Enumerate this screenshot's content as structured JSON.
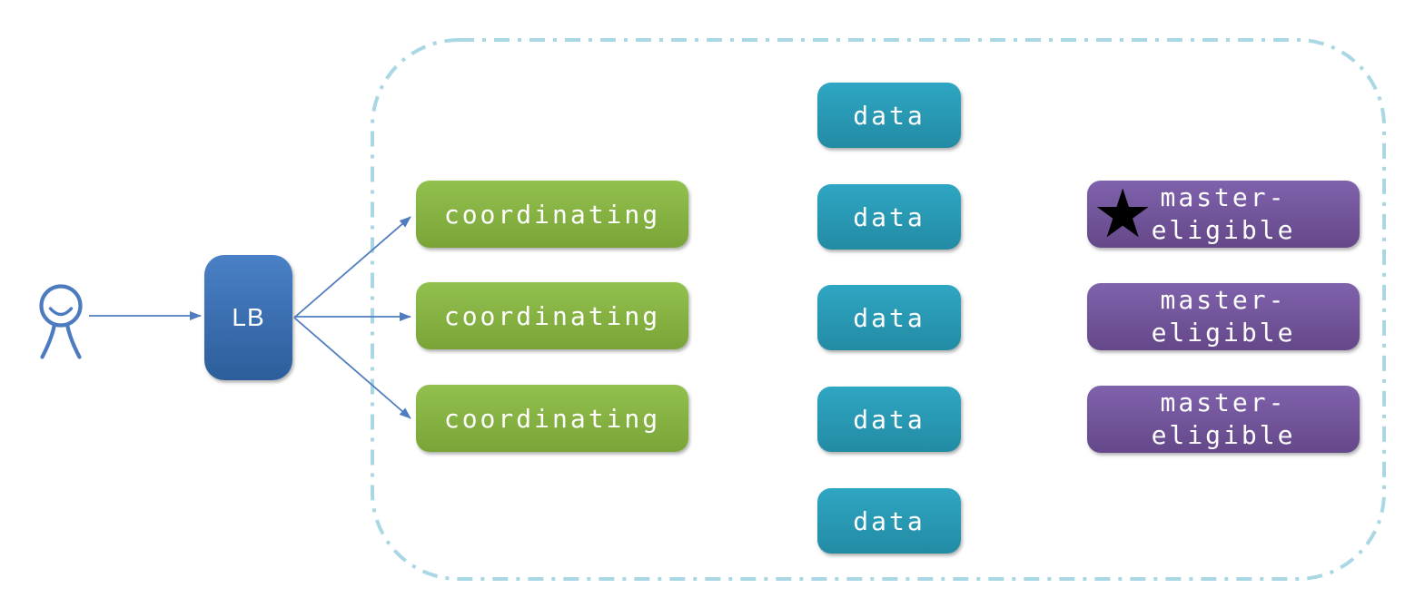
{
  "theme": {
    "canvas-bg": "#ffffff",
    "arrow-color": "#4f7dbf",
    "person-color": "#4c7bbf",
    "cluster-border": "#a9d8e4",
    "lb-top": "#4a80c6",
    "lb-bottom": "#2d5e9b",
    "coordinating-top": "#92c04e",
    "coordinating-bottom": "#7aa437",
    "data-top": "#2ea6c3",
    "data-bottom": "#238ba4",
    "master-top": "#7f62ac",
    "master-bottom": "#654889",
    "node-text": "#ffffff",
    "star-color": "#000000"
  },
  "diagram": {
    "client": {
      "icon": "person"
    },
    "load_balancer": {
      "label": "LB"
    },
    "cluster": {
      "coordinating_nodes": [
        {
          "label": "coordinating"
        },
        {
          "label": "coordinating"
        },
        {
          "label": "coordinating"
        }
      ],
      "data_nodes": [
        {
          "label": "data"
        },
        {
          "label": "data"
        },
        {
          "label": "data"
        },
        {
          "label": "data"
        },
        {
          "label": "data"
        }
      ],
      "master_eligible_nodes": [
        {
          "lines": [
            "master-",
            "eligible"
          ],
          "elected": true,
          "star_glyph": "★"
        },
        {
          "lines": [
            "master-",
            "eligible"
          ],
          "elected": false
        },
        {
          "lines": [
            "master-",
            "eligible"
          ],
          "elected": false
        }
      ]
    }
  }
}
